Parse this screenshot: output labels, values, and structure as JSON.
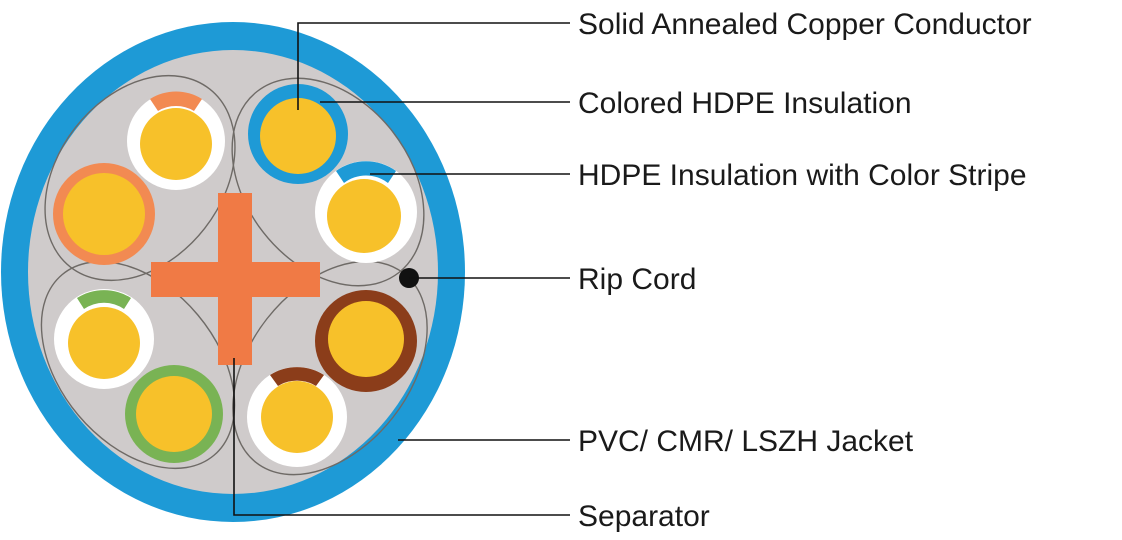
{
  "diagram": {
    "labels": {
      "conductor": "Solid Annealed Copper Conductor",
      "colored_insulation": "Colored HDPE Insulation",
      "striped_insulation": "HDPE Insulation with Color Stripe",
      "rip_cord": "Rip Cord",
      "jacket": "PVC/ CMR/ LSZH Jacket",
      "separator": "Separator"
    },
    "colors": {
      "jacket": "#1e9ad6",
      "core_fill": "#cfcbcb",
      "copper": "#f7c12a",
      "white_insulation": "#ffffff",
      "separator": "#f07a45",
      "blue": "#1e9ad6",
      "orange": "#f28a52",
      "green": "#79b354",
      "brown": "#8b3d1a",
      "rip_cord": "#111111"
    }
  }
}
